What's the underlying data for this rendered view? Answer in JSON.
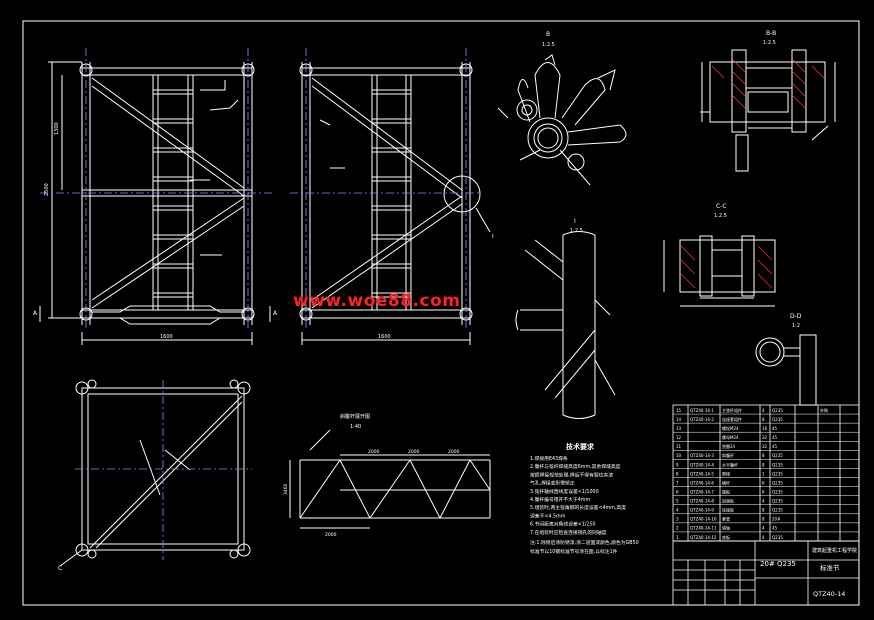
{
  "watermark": "www.woe88.com",
  "colors": {
    "background": "#000000",
    "line": "#ffffff",
    "center": "#7f8fff",
    "watermark": "#ff2020"
  },
  "views": {
    "front_width_dim": "1600",
    "side_width_dim": "1600",
    "height_dim": "2500",
    "upper_dim": "1300",
    "section_mark": "A",
    "detail_mark": "I",
    "corner_mark": "C"
  },
  "details": {
    "top_detail_label": "B",
    "top_detail_scale": "1:2.5",
    "mid_detail_label": "I",
    "mid_detail_scale": "1:2.5",
    "bb_label": "B-B",
    "bb_scale": "1:2.5",
    "cc_label": "C-C",
    "cc_scale": "1:2.5",
    "dd_label": "D-D",
    "dd_scale": "1:2"
  },
  "truss": {
    "label": "斜腹杆展开图",
    "scale": "1:40",
    "dims": [
      "2000",
      "2000",
      "2000"
    ],
    "left_dim": "3460",
    "bottom_dim": "2000"
  },
  "tech": {
    "title": "技术要求",
    "items": [
      "1.焊接用E43焊条",
      "2.腹杆与弦杆焊缝高度6mm,其余焊缝高度",
      "按照焊接规范处理,焊后不得有裂纹夹渣",
      "气孔,焊接变形需矫正",
      "3.弦杆轴线直线度误差<1/1000",
      "4.腹杆编号错开不大于4mm",
      "5.组装时,两主弦角钢的长度误差<4mm,高度",
      "误差不<4.5mm",
      "6.节间距离对角线误差<1/250",
      "7.在组装时应检查连接销孔的同轴度"
    ],
    "note": "注:1.除锈后涂防锈漆,涂二道面漆颜色,颜色为GB50",
    "note2": "标准节以10钢标准节号涂在面,以标注1件"
  },
  "title_block": {
    "material": "20# Q235",
    "org": "建筑起重机工程学院",
    "name": "标准节",
    "drawing_no": "QTZ40-14"
  },
  "bom_rows": [
    [
      "15",
      "QTZ40-14-1",
      "主弦杆组件",
      "4",
      "Q235",
      "",
      "外购"
    ],
    [
      "14",
      "QTZ40-14-2",
      "连接套组件",
      "8",
      "Q235",
      "",
      ""
    ],
    [
      "13",
      "",
      "螺栓M24",
      "16",
      "45",
      "",
      ""
    ],
    [
      "12",
      "",
      "螺母M24",
      "32",
      "45",
      "",
      ""
    ],
    [
      "11",
      "",
      "垫圈24",
      "32",
      "45",
      "",
      ""
    ],
    [
      "10",
      "QTZ40-14-3",
      "斜腹杆",
      "8",
      "Q235",
      "",
      ""
    ],
    [
      "9",
      "QTZ40-14-4",
      "水平腹杆",
      "8",
      "Q235",
      "",
      ""
    ],
    [
      "8",
      "QTZ40-14-5",
      "爬梯",
      "1",
      "Q235",
      "",
      ""
    ],
    [
      "7",
      "QTZ40-14-6",
      "横杆",
      "6",
      "Q235",
      "",
      ""
    ],
    [
      "6",
      "QTZ40-14-7",
      "踏板",
      "6",
      "Q235",
      "",
      ""
    ],
    [
      "5",
      "QTZ40-14-8",
      "加强板",
      "4",
      "Q235",
      "",
      ""
    ],
    [
      "4",
      "QTZ40-14-9",
      "连接板",
      "8",
      "Q235",
      "",
      ""
    ],
    [
      "3",
      "QTZ40-14-10",
      "套管",
      "8",
      "20#",
      "",
      ""
    ],
    [
      "2",
      "QTZ40-14-11",
      "销轴",
      "4",
      "45",
      "",
      ""
    ],
    [
      "1",
      "QTZ40-14-12",
      "底板",
      "4",
      "Q235",
      "",
      ""
    ]
  ]
}
